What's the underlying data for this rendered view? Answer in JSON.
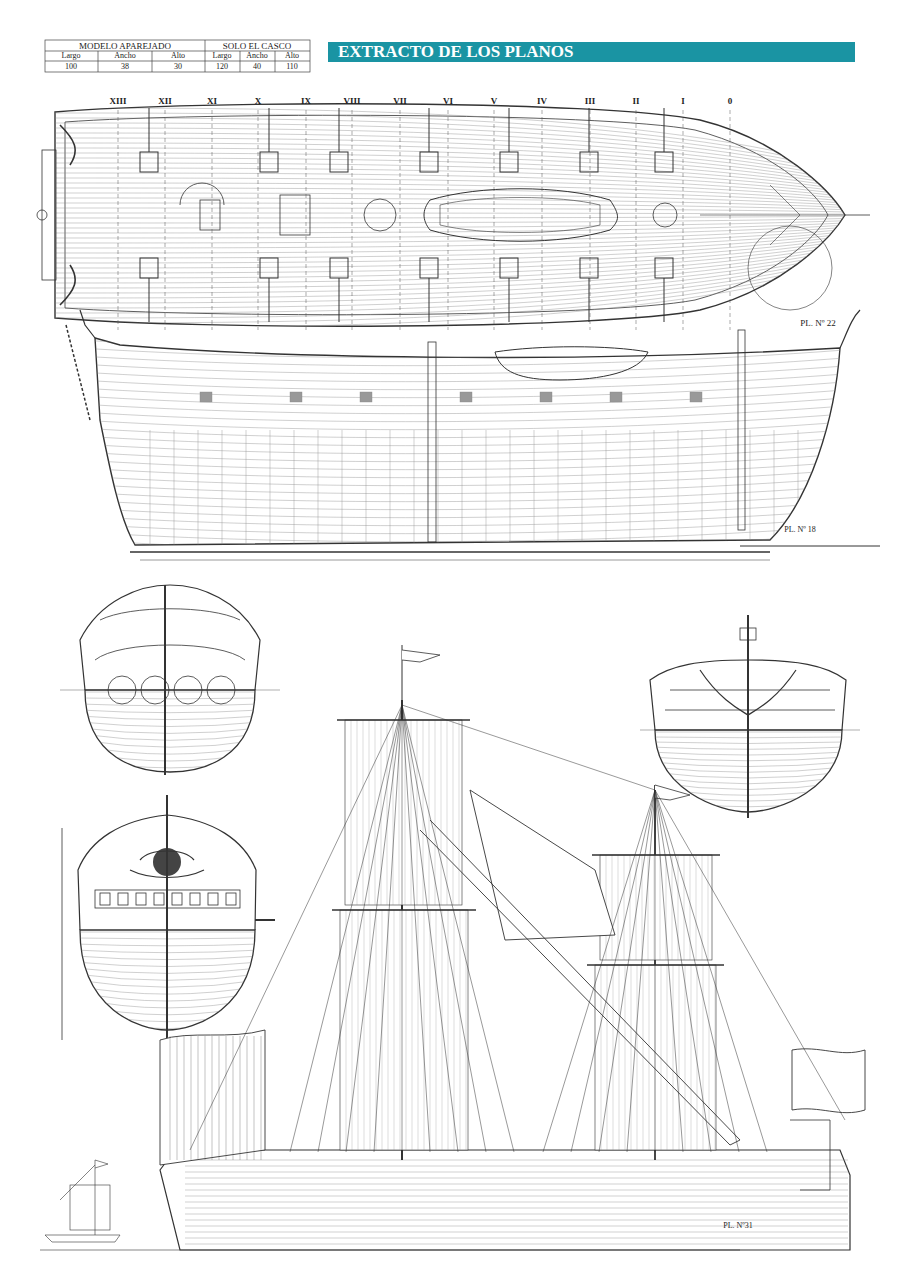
{
  "diagram": {
    "title": "EXTRACTO DE LOS PLANOS",
    "labels": [
      "MODELO APAREJADO",
      "SOLO EL CASCO",
      "Largo",
      "Ancho",
      "Alto",
      "Largo",
      "Ancho",
      "Alto",
      "100",
      "38",
      "30",
      "120",
      "40",
      "110",
      "XIII",
      "XII",
      "XI",
      "X",
      "IX",
      "VIII",
      "VII",
      "VI",
      "V",
      "IV",
      "III",
      "II",
      "I",
      "0",
      "PL. Nº 22",
      "PL. Nº 18",
      "PL. Nº31"
    ]
  }
}
